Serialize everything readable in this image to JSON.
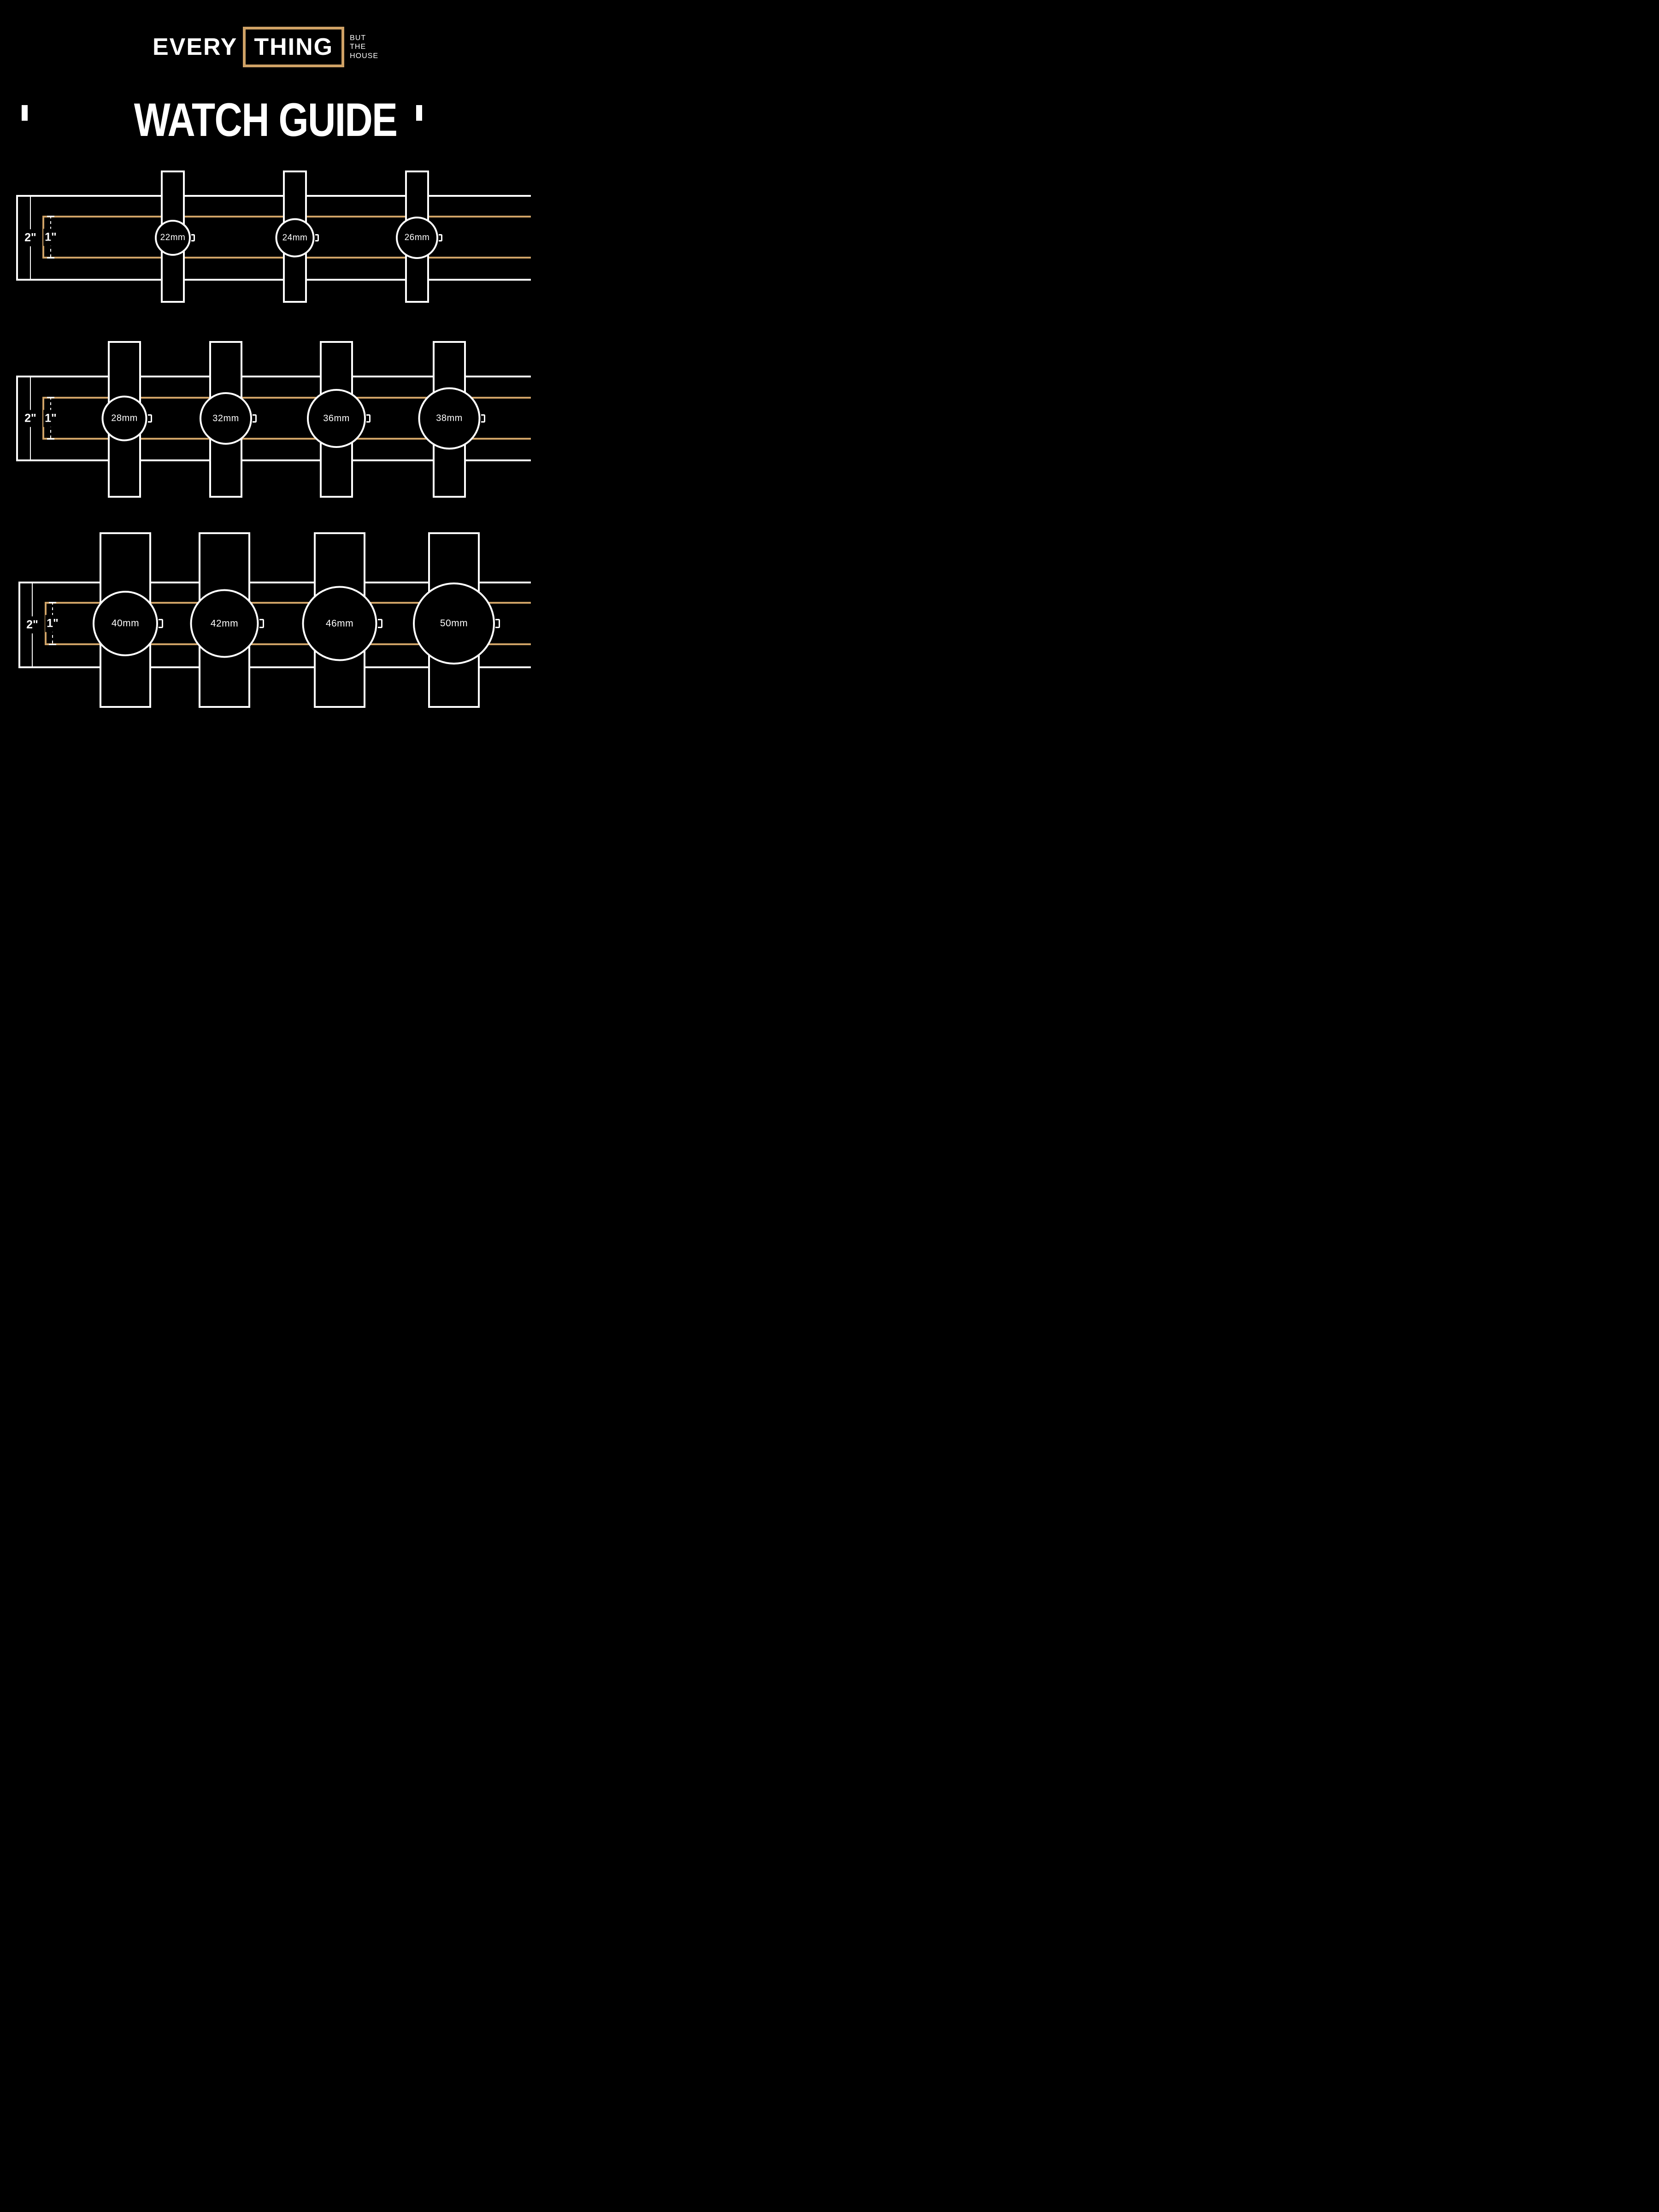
{
  "colors": {
    "background": "#000000",
    "gold": "#cfa266",
    "white": "#ffffff"
  },
  "logo": {
    "every": "EVERY",
    "thing": "THING",
    "tagline_line1": "BUT",
    "tagline_line2": "THE",
    "tagline_line3": "HOUSE"
  },
  "title": "WATCH GUIDE",
  "rows": [
    {
      "large_band_label": "2\"",
      "small_band_label": "1\"",
      "watches": [
        {
          "size": "22mm"
        },
        {
          "size": "24mm"
        },
        {
          "size": "26mm"
        }
      ]
    },
    {
      "large_band_label": "2\"",
      "small_band_label": "1\"",
      "watches": [
        {
          "size": "28mm"
        },
        {
          "size": "32mm"
        },
        {
          "size": "36mm"
        },
        {
          "size": "38mm"
        }
      ]
    },
    {
      "large_band_label": "2\"",
      "small_band_label": "1\"",
      "watches": [
        {
          "size": "40mm"
        },
        {
          "size": "42mm"
        },
        {
          "size": "46mm"
        },
        {
          "size": "50mm"
        }
      ]
    }
  ]
}
